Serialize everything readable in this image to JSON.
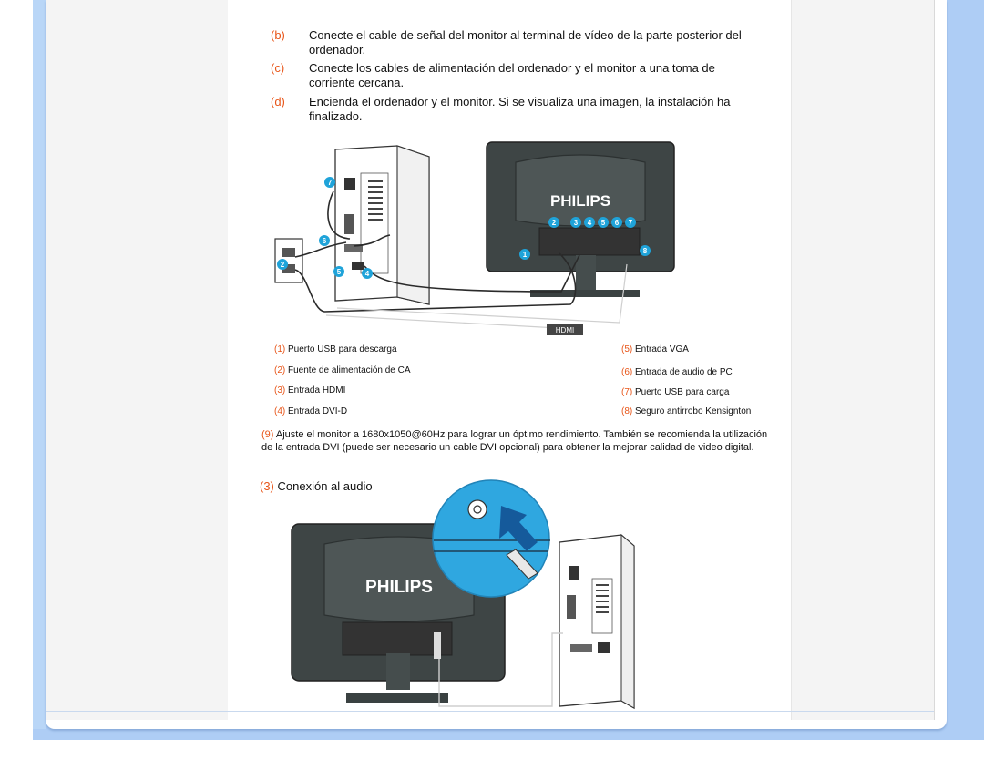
{
  "steps": [
    {
      "letter": "(b)",
      "text": "Conecte el cable de señal del monitor al terminal de vídeo de la parte posterior del ordenador."
    },
    {
      "letter": "(c)",
      "text": "Conecte los cables de alimentación del ordenador y el monitor a una toma de corriente cercana."
    },
    {
      "letter": "(d)",
      "text": "Encienda el ordenador y el monitor. Si se visualiza una imagen, la instalación ha finalizado."
    }
  ],
  "figure1": {
    "brand": "PHILIPS",
    "hdmi_label": "HDMI",
    "callouts": [
      "1",
      "2",
      "3",
      "4",
      "5",
      "6",
      "7",
      "8"
    ]
  },
  "legend": [
    {
      "num": "(1)",
      "text": "Puerto USB para descarga"
    },
    {
      "num": "(2)",
      "text": "Fuente de alimentación de CA"
    },
    {
      "num": "(3)",
      "text": "Entrada HDMI"
    },
    {
      "num": "(4)",
      "text": "Entrada DVI-D"
    },
    {
      "num": "(5)",
      "text": "Entrada VGA"
    },
    {
      "num": "(6)",
      "text": "Entrada de audio de PC"
    },
    {
      "num": "(7)",
      "text": "Puerto USB para carga"
    },
    {
      "num": "(8)",
      "text": "Seguro antirrobo Kensignton"
    }
  ],
  "note": {
    "num": "(9)",
    "text": " Ajuste el monitor a 1680x1050@60Hz para lograr un óptimo rendimiento. También se recomienda la utilización de la entrada DVI (puede ser necesario un cable DVI opcional) para obtener la mejorar calidad de video digital."
  },
  "section": {
    "num": "(3)",
    "title": " Conexión al audio"
  },
  "figure2": {
    "brand": "PHILIPS"
  },
  "colors": {
    "accent": "#e8561a",
    "callout": "#1fa3d9",
    "frame": "#aecdf5",
    "monitor": "#3e4545"
  }
}
